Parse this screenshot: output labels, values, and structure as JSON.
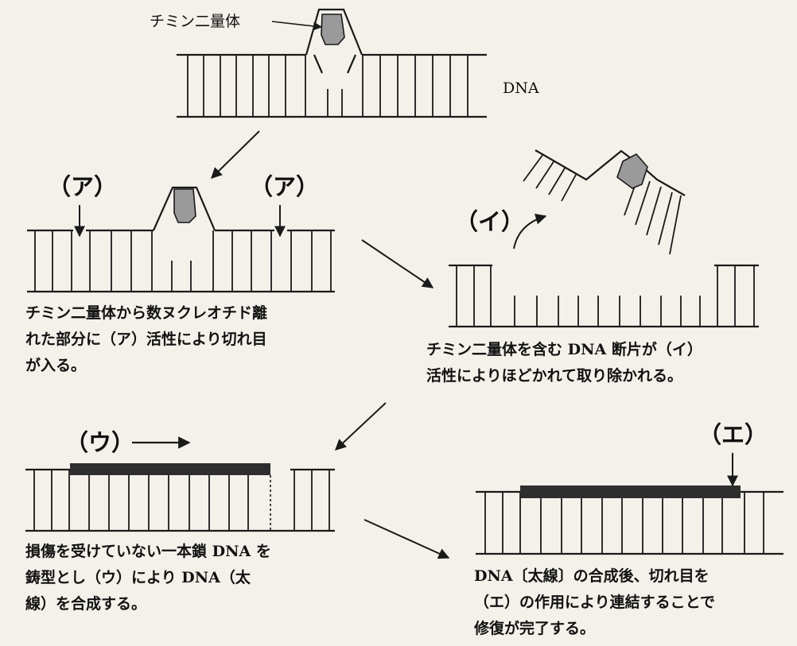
{
  "labels": {
    "thymine_dimer": "チミン二量体",
    "dna": "DNA",
    "label_a": "（ア）",
    "label_i": "（イ）",
    "label_u": "（ウ）",
    "label_e": "（エ）"
  },
  "captions": {
    "step1": [
      "チミン二量体から数ヌクレオチド離",
      "れた部分に（ア）活性により切れ目",
      "が入る。"
    ],
    "step2": [
      "チミン二量体を含む DNA 断片が（イ）",
      "活性によりほどかれて取り除かれる。"
    ],
    "step3": [
      "損傷を受けていない一本鎖 DNA を",
      "鋳型とし（ウ）により DNA（太",
      "線）を合成する。"
    ],
    "step4": [
      "DNA〔太線〕の合成後、切れ目を",
      "（エ）の作用により連結することで",
      "修復が完了する。"
    ]
  },
  "colors": {
    "line": "#1a1a1a",
    "dimer_fill": "#9a9a9a",
    "new_strand": "#2e2e2e",
    "background": "#f4f1ea"
  }
}
